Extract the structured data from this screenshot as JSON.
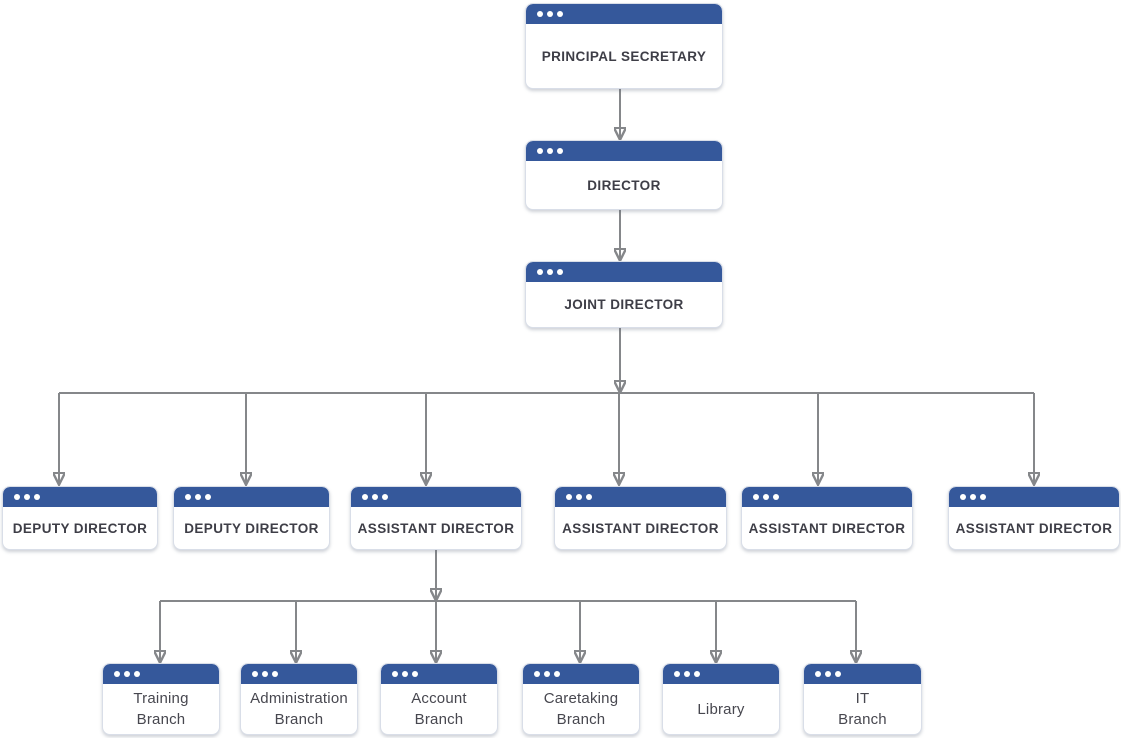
{
  "org_chart": {
    "type": "org-chart",
    "level1": {
      "label": "PRINCIPAL SECRETARY"
    },
    "level2": {
      "label": "DIRECTOR"
    },
    "level3": {
      "label": "JOINT DIRECTOR"
    },
    "level4": [
      {
        "label": "DEPUTY DIRECTOR"
      },
      {
        "label": "DEPUTY DIRECTOR"
      },
      {
        "label": "ASSISTANT DIRECTOR"
      },
      {
        "label": "ASSISTANT DIRECTOR"
      },
      {
        "label": "ASSISTANT DIRECTOR"
      },
      {
        "label": "ASSISTANT DIRECTOR"
      }
    ],
    "level5": [
      {
        "label": "Training\nBranch"
      },
      {
        "label": "Administration\nBranch"
      },
      {
        "label": "Account\nBranch"
      },
      {
        "label": "Caretaking\nBranch"
      },
      {
        "label": "Library"
      },
      {
        "label": "IT\nBranch"
      }
    ],
    "hierarchy": {
      "PRINCIPAL SECRETARY": [
        "DIRECTOR"
      ],
      "DIRECTOR": [
        "JOINT DIRECTOR"
      ],
      "JOINT DIRECTOR": [
        "DEPUTY DIRECTOR",
        "DEPUTY DIRECTOR",
        "ASSISTANT DIRECTOR",
        "ASSISTANT DIRECTOR",
        "ASSISTANT DIRECTOR",
        "ASSISTANT DIRECTOR"
      ],
      "ASSISTANT DIRECTOR (1st)": [
        "Training Branch",
        "Administration Branch",
        "Account Branch",
        "Caretaking Branch",
        "Library",
        "IT Branch"
      ]
    }
  },
  "colors": {
    "bar": "#35589B",
    "line": "#85878A",
    "text_dark": "#3E3E47",
    "text_branch": "#47474F",
    "border": "#D9DEE8",
    "bg": "#FFFFFF"
  }
}
